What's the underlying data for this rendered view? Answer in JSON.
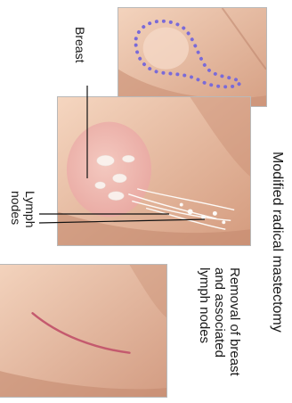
{
  "title": "Modified radical mastectomy",
  "caption": [
    "Removal of breast",
    "and associated",
    "lymph nodes"
  ],
  "labels": {
    "breast": "Breast",
    "lymph_nodes": [
      "Lymph",
      "nodes"
    ]
  },
  "colors": {
    "skin": "#f1c8ae",
    "skin_shadow": "#d9a488",
    "incision_outline": "#7a6ad8",
    "scar": "#c45a6e",
    "label_line": "#111111"
  }
}
